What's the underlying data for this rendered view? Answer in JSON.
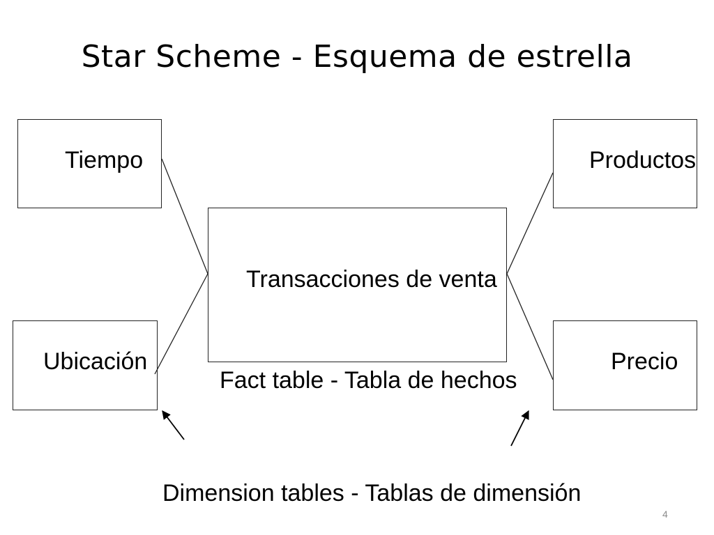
{
  "slide": {
    "title": "Star Scheme - Esquema de estrella",
    "page_number": "4"
  },
  "fact_table": {
    "label": "Transacciones de venta",
    "caption": "Fact table - Tabla de hechos"
  },
  "dimension_tables": {
    "caption": "Dimension tables - Tablas de dimensión",
    "top_left": "Tiempo",
    "bottom_left": "Ubicación",
    "top_right": "Productos",
    "bottom_right": "Precio"
  },
  "colors": {
    "stroke": "#222222",
    "text": "#000000",
    "page_number": "#8c8c8c"
  }
}
